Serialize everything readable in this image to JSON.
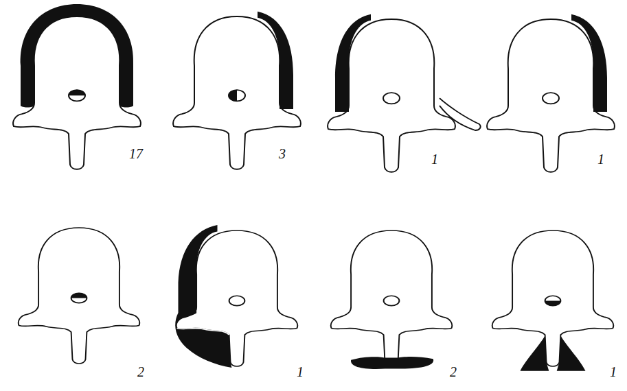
{
  "diagram": {
    "labels": [
      "17",
      "3",
      "1",
      "1",
      "2",
      "1",
      "2",
      "1"
    ]
  }
}
